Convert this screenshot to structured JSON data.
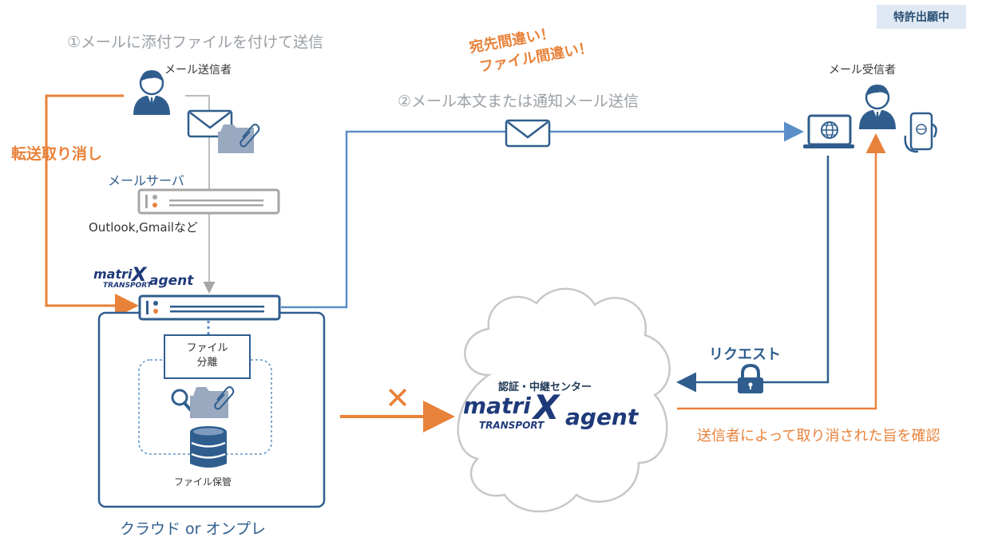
{
  "badge": "特許出願中",
  "steps": {
    "step1": "①メールに添付ファイルを付けて送信",
    "step2": "②メール本文または通知メール送信"
  },
  "warning": {
    "line1": "宛先間違い！",
    "line2": "ファイル間違い！"
  },
  "sender": {
    "label": "メール送信者"
  },
  "receiver": {
    "label": "メール受信者"
  },
  "revoke_label": "転送取り消し",
  "mail_server": {
    "title": "メールサーバ",
    "caption": "Outlook,Gmailなど"
  },
  "brand": {
    "matri": "matri",
    "x": "X",
    "agent": "agent",
    "transport": "TRANSPORT"
  },
  "cloud_box": {
    "split_line1": "ファイル",
    "split_line2": "分離",
    "storage": "ファイル保管",
    "caption": "クラウド or オンプレ"
  },
  "relay": {
    "title": "認証・中継センター"
  },
  "blocked_mark": "✕",
  "request_label": "リクエスト",
  "confirm_label": "送信者によって取り消された旨を確認",
  "colors": {
    "orange": "#e8823a",
    "blue": "#5b8fc7",
    "navy": "#2f5e8e",
    "gray": "#a6a6a6"
  },
  "icons": [
    "user-icon",
    "envelope-icon",
    "folder-clip-icon",
    "server-icon",
    "laptop-globe-icon",
    "phone-icon",
    "magnifier-icon",
    "database-icon",
    "lock-icon",
    "cloud-icon"
  ]
}
